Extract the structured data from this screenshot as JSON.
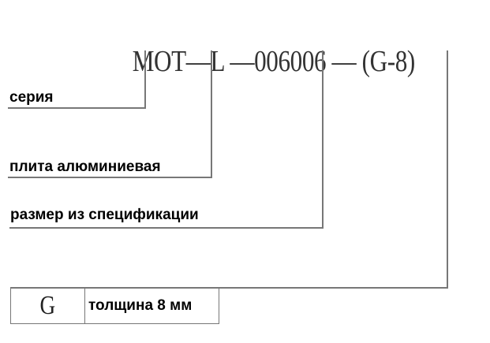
{
  "diagram": {
    "code": "MOT—L—006006—(G-8)",
    "code_parts": [
      "MOT",
      "L",
      "006006",
      "(G-8)"
    ],
    "labels": [
      {
        "part": "MOT",
        "text": "серия"
      },
      {
        "part": "L",
        "text": "плита алюминиевая"
      },
      {
        "part": "006006",
        "text": "размер из спецификации"
      },
      {
        "part": "(G-8)",
        "text": ""
      }
    ],
    "legend_table": {
      "symbol": "G",
      "description": "толщина 8 мм"
    },
    "colors": {
      "line": "#777777",
      "text": "#000000",
      "code_text": "#333333"
    }
  }
}
